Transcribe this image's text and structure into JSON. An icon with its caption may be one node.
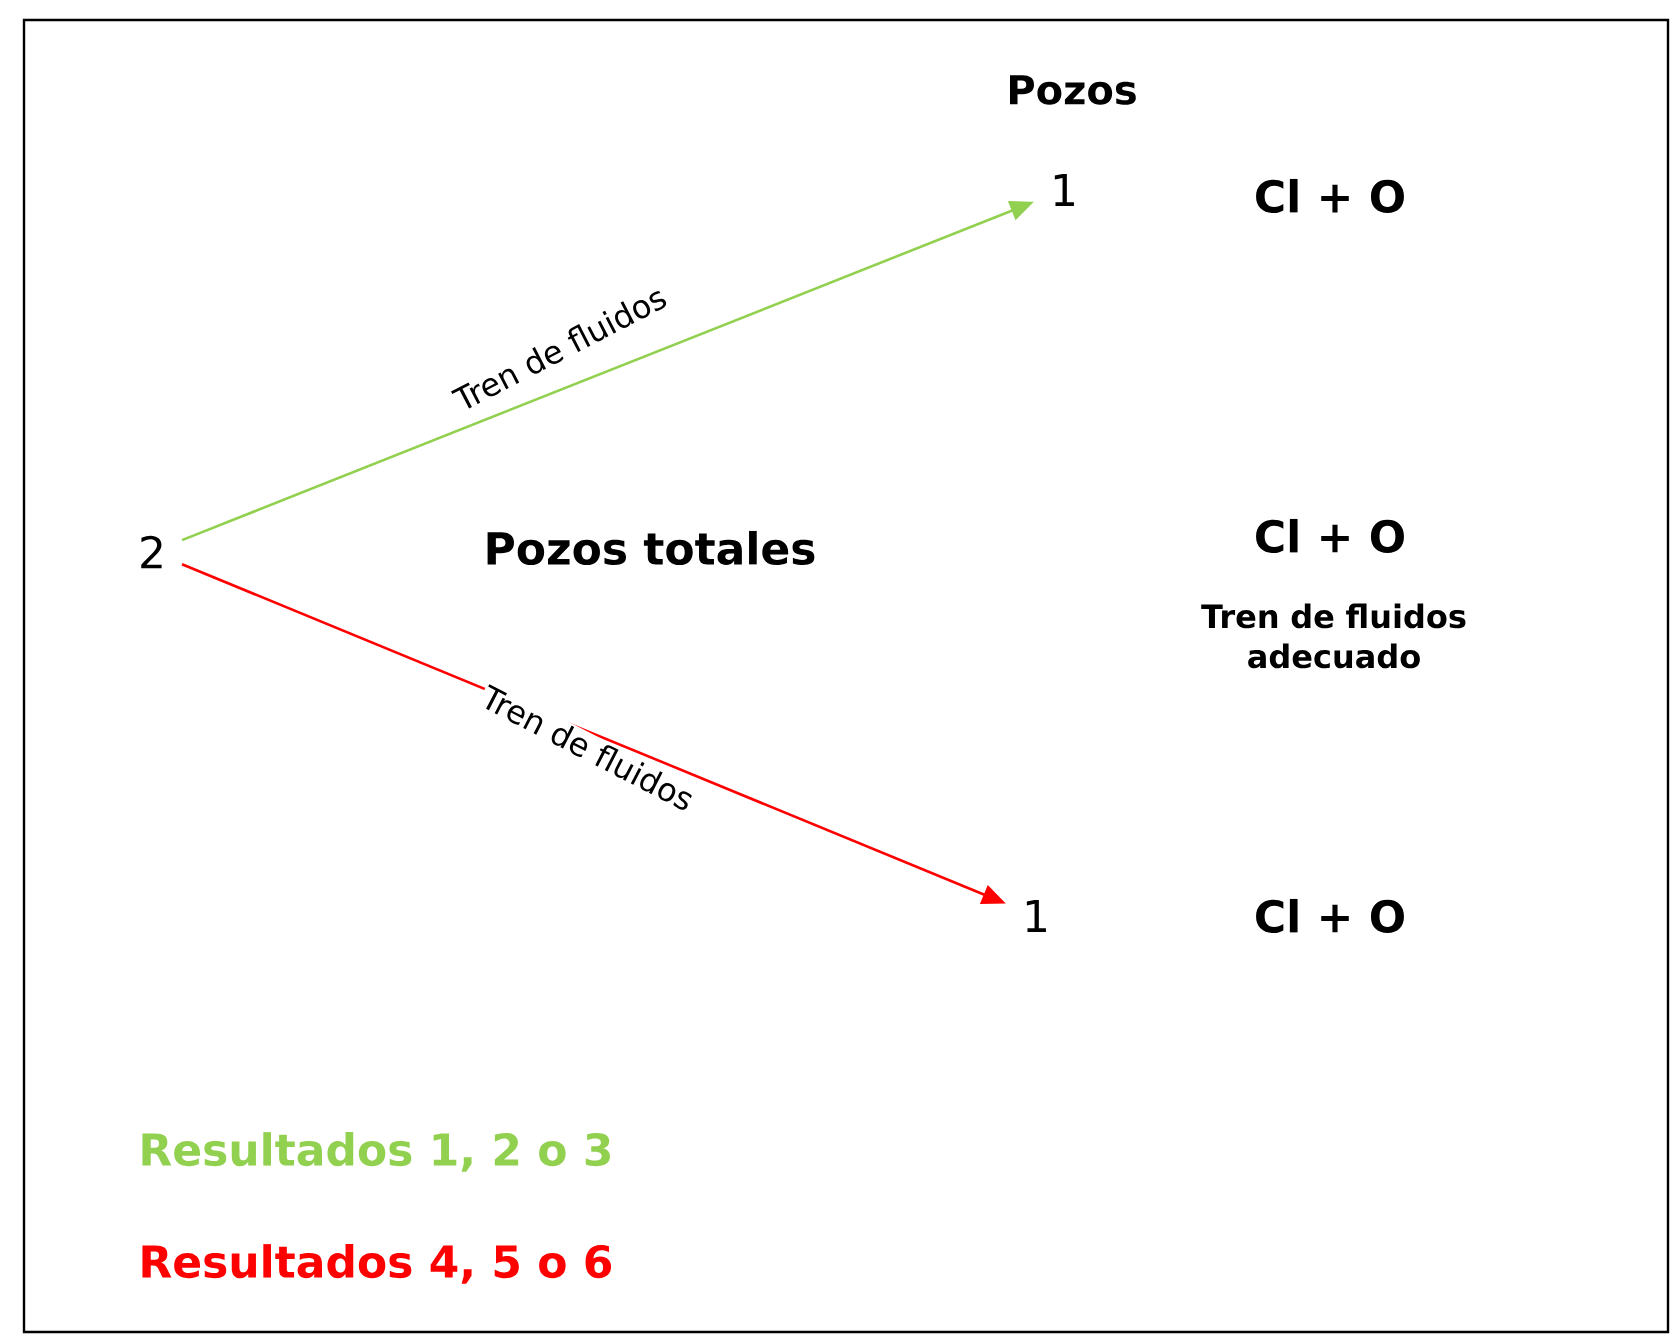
{
  "diagram": {
    "nodes": [
      {
        "text": [
          "2"
        ]
      },
      {
        "text": [
          "1"
        ]
      },
      {
        "text": [
          "1"
        ]
      }
    ],
    "edges": [
      {
        "from": 0,
        "to": 1,
        "arrow": "to",
        "label": "Tren de fluidos",
        "color": "#92d050"
      },
      {
        "from": 0,
        "to": 2,
        "arrow": "to",
        "label": "Tren de fluidos",
        "color": "#ff0000"
      }
    ],
    "labels": [
      "Pozos",
      "Cl + O",
      "Pozos totales",
      "Cl + O",
      "Tren de fluidos adecuado",
      "Cl + O",
      "Resultados 1, 2 o 3",
      "Resultados 4, 5 o 6"
    ]
  }
}
